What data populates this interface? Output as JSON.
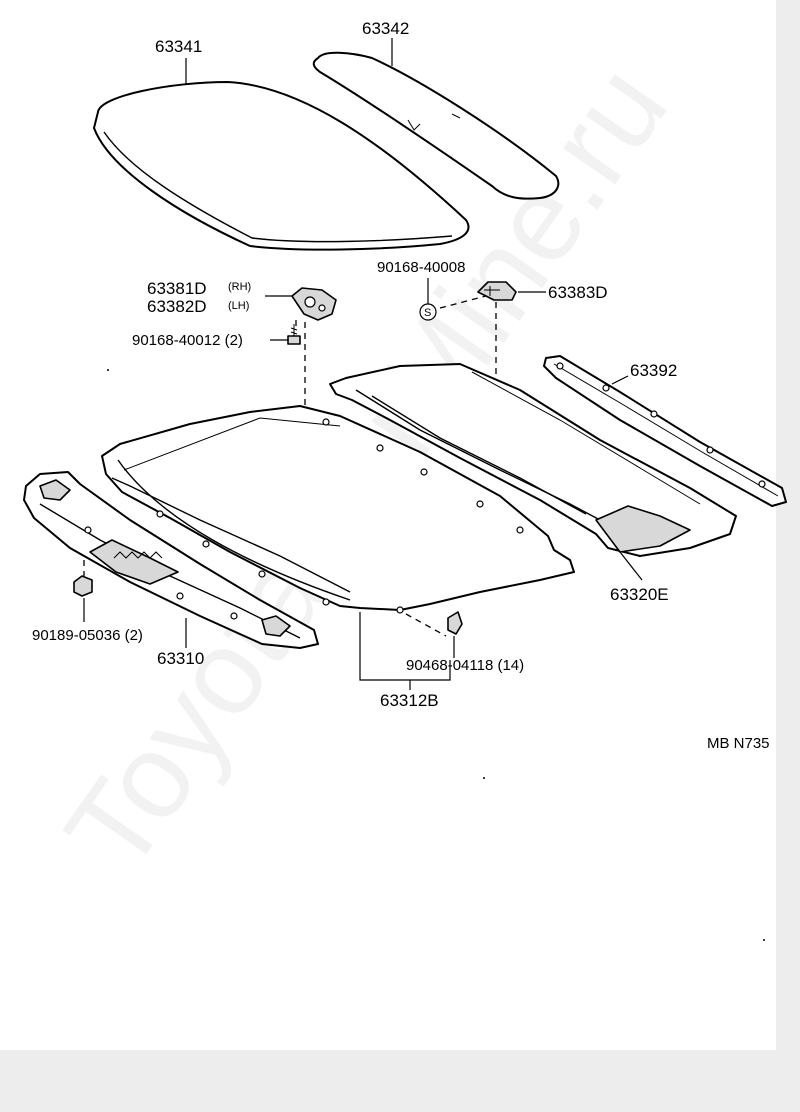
{
  "watermark": "ToyotaCarMine.ru",
  "diagram_code": "MB  N735",
  "labels": {
    "p63341": "63341",
    "p63342": "63342",
    "p63381d": "63381D",
    "p63382d": "63382D",
    "rh": "(RH)",
    "lh": "(LH)",
    "p90168_40008": "90168-40008",
    "p63383d": "63383D",
    "p90168_40012": "90168-40012 (2)",
    "p63392": "63392",
    "p63320e": "63320E",
    "p90189_05036": "90189-05036 (2)",
    "p63310": "63310",
    "p90468_04118": "90468-04118 (14)",
    "p63312b": "63312B",
    "s_symbol": "S"
  }
}
